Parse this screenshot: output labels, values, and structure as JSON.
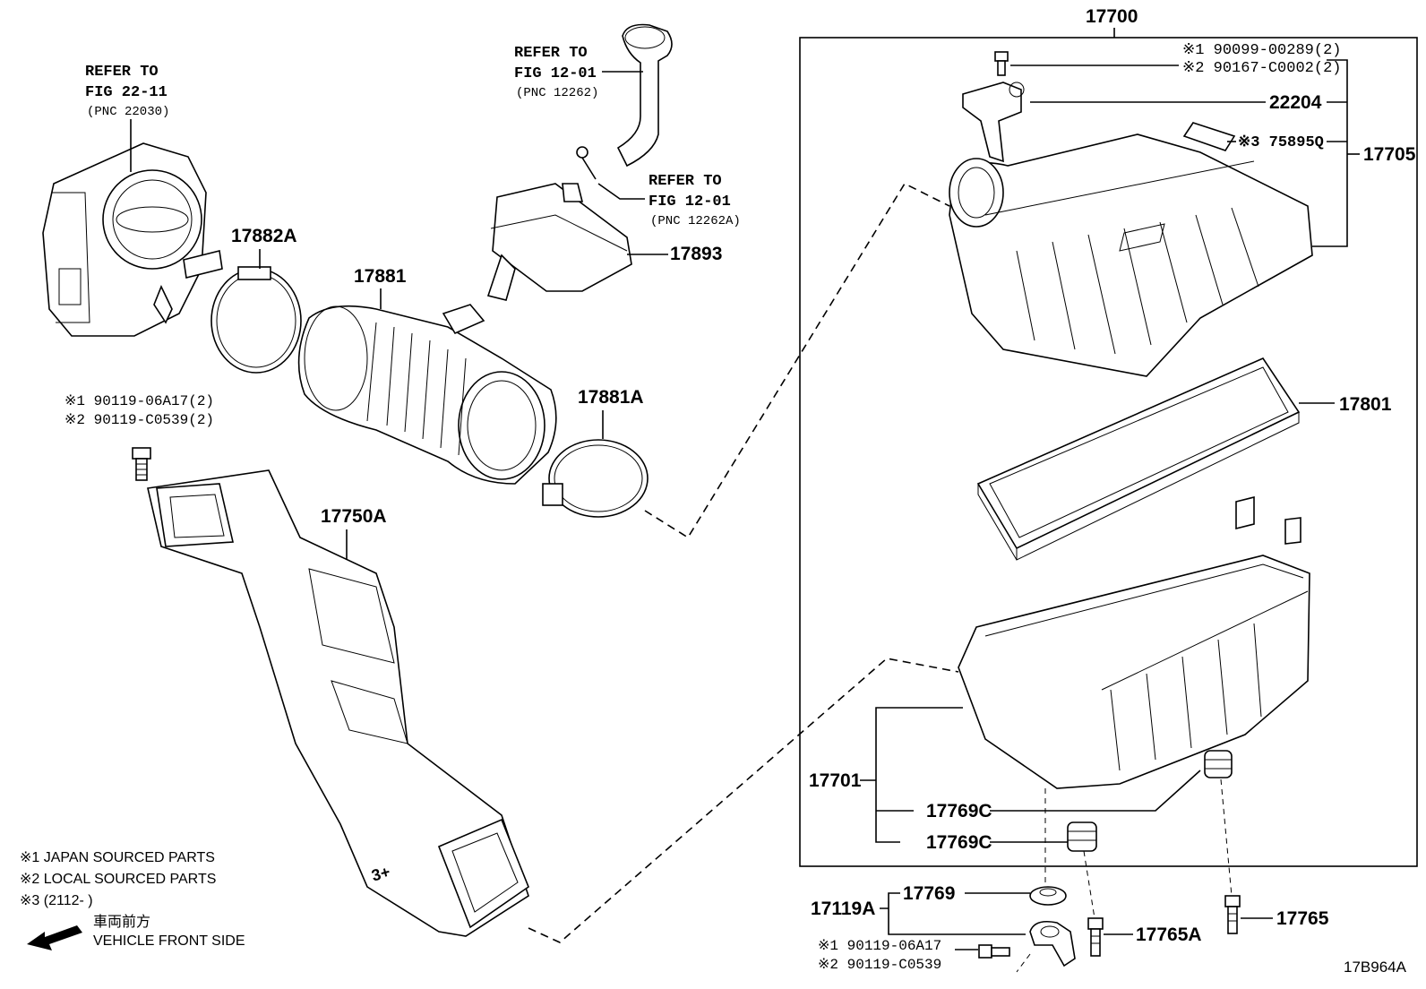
{
  "diagram": {
    "assembly_number": "17700",
    "figure_code": "17B964A",
    "references": {
      "throttle": {
        "line1": "REFER TO",
        "line2": "FIG 22-11",
        "line3": "(PNC 22030)"
      },
      "hose_top": {
        "line1": "REFER TO",
        "line2": "FIG 12-01",
        "line3": "(PNC 12262)"
      },
      "hose_clip": {
        "line1": "REFER TO",
        "line2": "FIG 12-01",
        "line3": "(PNC 12262A)"
      }
    },
    "parts": {
      "p17882A": "17882A",
      "p17881": "17881",
      "p17893": "17893",
      "p17881A": "17881A",
      "p17750A": "17750A",
      "p22204": "22204",
      "p17705": "17705",
      "p17801": "17801",
      "p17701": "17701",
      "p17769C_a": "17769C",
      "p17769C_b": "17769C",
      "p17119A": "17119A",
      "p17769": "17769",
      "p17765A": "17765A",
      "p17765": "17765"
    },
    "bolts": {
      "left1": "※1 90119-06A17(2)",
      "left2": "※2 90119-C0539(2)",
      "top1": "※1 90099-00289(2)",
      "top2": "※2 90167-C0002(2)",
      "label3": "※3 75895Q",
      "bottom1": "※1 90119-06A17",
      "bottom2": "※2 90119-C0539"
    },
    "legend": {
      "n1": "※1 JAPAN SOURCED PARTS",
      "n2": "※2 LOCAL SOURCED PARTS",
      "n3": "※3 (2112-        )",
      "dir_jp": "車両前方",
      "dir_en": "VEHICLE FRONT SIDE"
    }
  }
}
